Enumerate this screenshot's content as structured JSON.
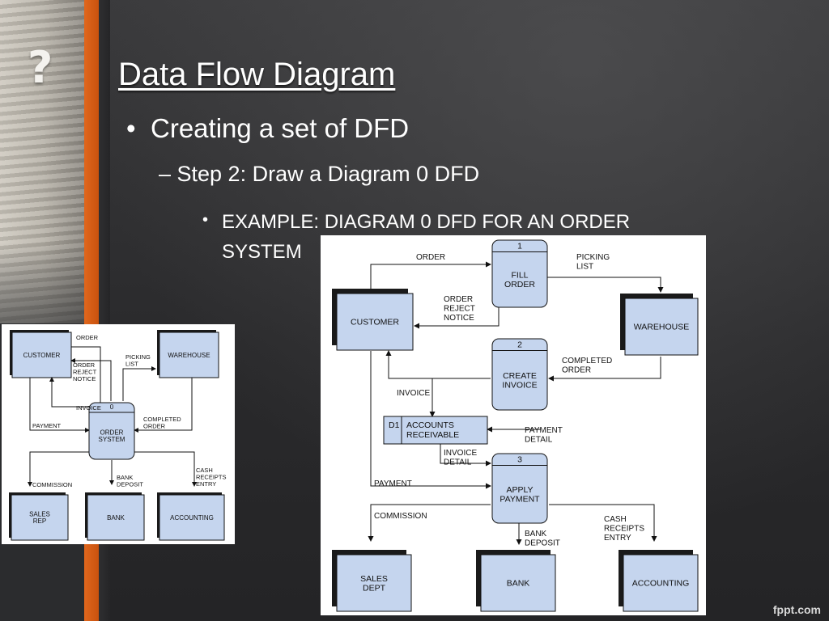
{
  "slide": {
    "title": "Data Flow Diagram",
    "bullet_1": "Creating a set of DFD",
    "bullet_2": "– Step 2: Draw a Diagram 0 DFD",
    "bullet_3": "EXAMPLE: DIAGRAM 0 DFD FOR AN ORDER SYSTEM",
    "bullet_symbol": "•",
    "question_mark": "?",
    "footer": "fppt.com"
  },
  "colors": {
    "accent_orange": "#e0671d",
    "entity_fill": "#c5d5ee",
    "entity_shadow": "#1a1a1a",
    "background": "#2b2c2e",
    "text": "#ffffff"
  },
  "small_diagram": {
    "entities": [
      "CUSTOMER",
      "WAREHOUSE",
      "SALES\nREP",
      "BANK",
      "ACCOUNTING"
    ],
    "process": {
      "number": "0",
      "name": "ORDER\nSYSTEM"
    },
    "flows": [
      "ORDER",
      "PICKING\nLIST",
      "ORDER\nREJECT\nNOTICE",
      "INVOICE",
      "COMPLETED\nORDER",
      "PAYMENT",
      "COMMISSION",
      "BANK\nDEPOSIT",
      "CASH\nRECEIPTS\nENTRY"
    ]
  },
  "big_diagram": {
    "entities": [
      "CUSTOMER",
      "WAREHOUSE",
      "SALES\nDEPT",
      "BANK",
      "ACCOUNTING"
    ],
    "processes": [
      {
        "number": "1",
        "name": "FILL\nORDER"
      },
      {
        "number": "2",
        "name": "CREATE\nINVOICE"
      },
      {
        "number": "3",
        "name": "APPLY\nPAYMENT"
      }
    ],
    "data_store": {
      "id": "D1",
      "name": "ACCOUNTS\nRECEIVABLE"
    },
    "flows": [
      "ORDER",
      "PICKING\nLIST",
      "ORDER\nREJECT\nNOTICE",
      "COMPLETED\nORDER",
      "INVOICE",
      "PAYMENT\nDETAIL",
      "INVOICE\nDETAIL",
      "PAYMENT",
      "COMMISSION",
      "BANK\nDEPOSIT",
      "CASH\nRECEIPTS\nENTRY"
    ]
  }
}
